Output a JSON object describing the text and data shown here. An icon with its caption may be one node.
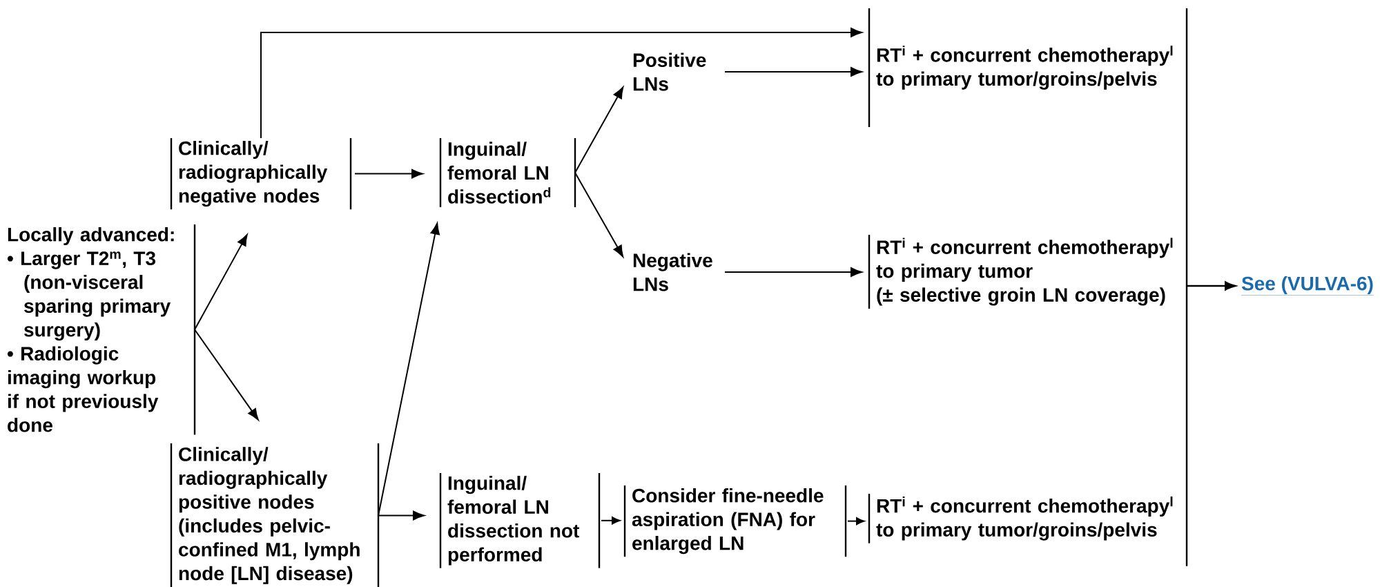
{
  "diagram": {
    "nodes": [
      {
        "text": [
          "Locally advanced:",
          "• Larger T2$^{m}$, T3 (non-visceral sparing primary surgery)",
          "• Radiologic imaging workup if not previously done"
        ]
      },
      {
        "text": [
          "Clinically/ radiographically negative nodes"
        ]
      },
      {
        "text": [
          "Inguinal/ femoral LN dissection$^{d}$"
        ]
      },
      {
        "text": [
          "Positive LNs"
        ]
      },
      {
        "text": [
          "Negative LNs"
        ]
      },
      {
        "text": [
          "RT$^{i}$ + concurrent chemotherapy$^{l}$ to primary tumor/groins/pelvis"
        ]
      },
      {
        "text": [
          "RT$^{i}$ + concurrent chemotherapy$^{l}$ to primary tumor (± selective groin LN coverage)"
        ]
      },
      {
        "text": [
          "Clinically/ radiographically positive nodes (includes pelvic-confined M1, lymph node [LN] disease)"
        ]
      },
      {
        "text": [
          "Inguinal/ femoral LN dissection not performed"
        ]
      },
      {
        "text": [
          "Consider fine-needle aspiration (FNA) for enlarged LN"
        ]
      },
      {
        "text": [
          "RT$^{i}$ + concurrent chemotherapy$^{l}$ to primary tumor/groins/pelvis"
        ]
      },
      {
        "text": [
          "See (VULVA-6)"
        ]
      }
    ],
    "edges": [
      {
        "from": 0,
        "to": 1,
        "arrow": "to"
      },
      {
        "from": 0,
        "to": 7,
        "arrow": "to"
      },
      {
        "from": 1,
        "to": 2,
        "arrow": "to"
      },
      {
        "from": 1,
        "to": 5,
        "arrow": "to"
      },
      {
        "from": 2,
        "to": 3,
        "arrow": "to"
      },
      {
        "from": 2,
        "to": 4,
        "arrow": "to"
      },
      {
        "from": 3,
        "to": 5,
        "arrow": "to"
      },
      {
        "from": 4,
        "to": 6,
        "arrow": "to"
      },
      {
        "from": 7,
        "to": 2,
        "arrow": "to"
      },
      {
        "from": 7,
        "to": 8,
        "arrow": "to"
      },
      {
        "from": 8,
        "to": 9,
        "arrow": "to"
      },
      {
        "from": 9,
        "to": 10,
        "arrow": "to"
      },
      {
        "from": 5,
        "to": 11,
        "arrow": "to"
      },
      {
        "from": 6,
        "to": 11,
        "arrow": "to"
      },
      {
        "from": 10,
        "to": 11,
        "arrow": "to"
      }
    ]
  }
}
